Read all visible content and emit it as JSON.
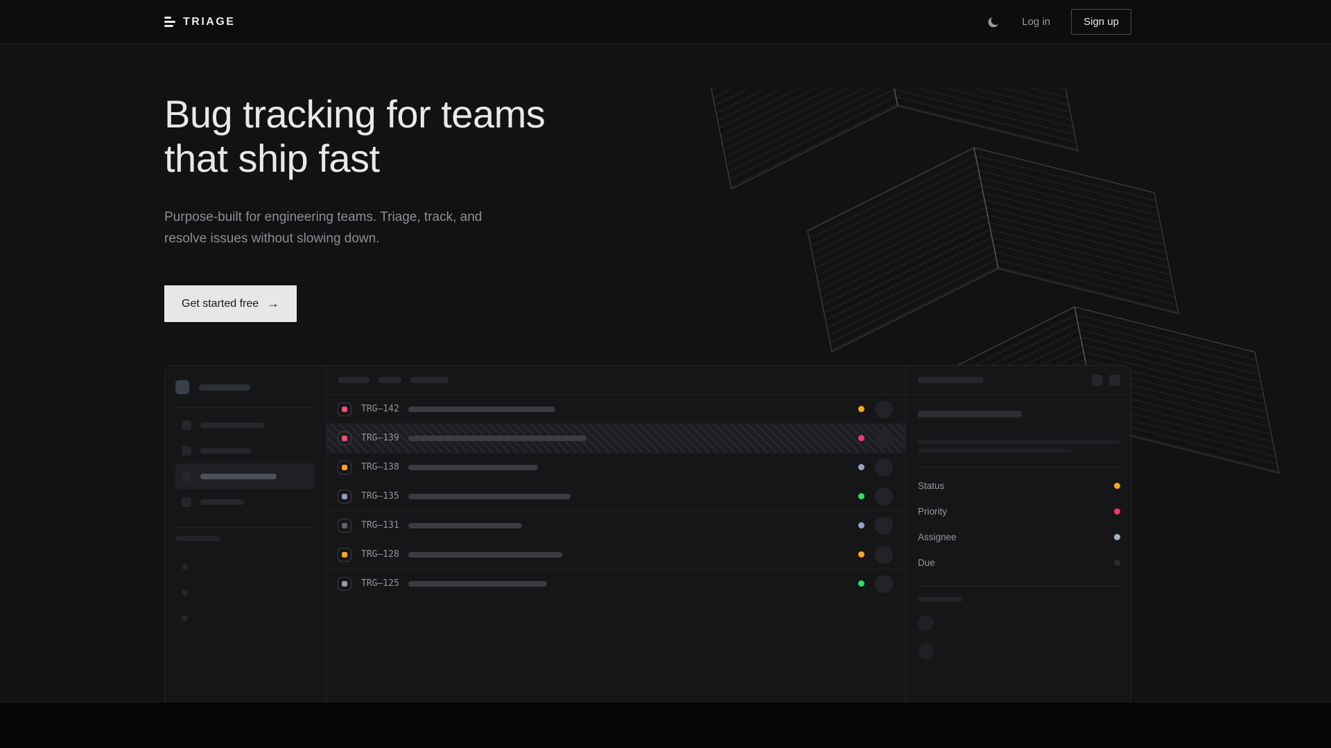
{
  "nav": {
    "brand": "TRIAGE",
    "login_label": "Log in",
    "signup_label": "Sign up"
  },
  "hero": {
    "title_line1": "Bug tracking for teams",
    "title_line2": "that ship fast",
    "subtitle_line1": "Purpose-built for engineering teams. Triage, track, and",
    "subtitle_line2": "resolve issues without slowing down.",
    "cta_label": "Get started free",
    "cta_arrow": "→"
  },
  "app_preview": {
    "issues": [
      {
        "id": "TRG–142",
        "icon_color": "#ef5075",
        "status_color": "#f5a81f",
        "bar": 212,
        "selected": false
      },
      {
        "id": "TRG–139",
        "icon_color": "#ef5075",
        "status_color": "#ee3a6b",
        "bar": 257,
        "selected": true
      },
      {
        "id": "TRG–138",
        "icon_color": "#f0a526",
        "status_color": "#98a4c6",
        "bar": 187,
        "selected": false
      },
      {
        "id": "TRG–135",
        "icon_color": "#8f9fb5",
        "status_color": "#30e168",
        "bar": 234,
        "selected": false
      },
      {
        "id": "TRG–131",
        "icon_color": "#606067",
        "status_color": "#98a4c6",
        "bar": 164,
        "selected": false
      },
      {
        "id": "TRG–128",
        "icon_color": "#f0a526",
        "status_color": "#f5a81f",
        "bar": 222,
        "selected": false
      },
      {
        "id": "TRG–125",
        "icon_color": "#8f9fb5",
        "status_color": "#30e168",
        "bar": 200,
        "selected": false
      }
    ],
    "detail_fields": [
      {
        "label": "Status",
        "color": "#f5a81f"
      },
      {
        "label": "Priority",
        "color": "#ee3a6b"
      },
      {
        "label": "Assignee",
        "color": "#a3b2c7"
      },
      {
        "label": "Due",
        "color": "#2b2b30"
      }
    ]
  },
  "colors": {
    "background": "#121214",
    "panel": "#161619",
    "accent_amber": "#f5a81f",
    "accent_pink": "#ee3a6b",
    "accent_green": "#30e168",
    "accent_slate": "#98a4c6",
    "cta_background": "#e7e7e7"
  }
}
